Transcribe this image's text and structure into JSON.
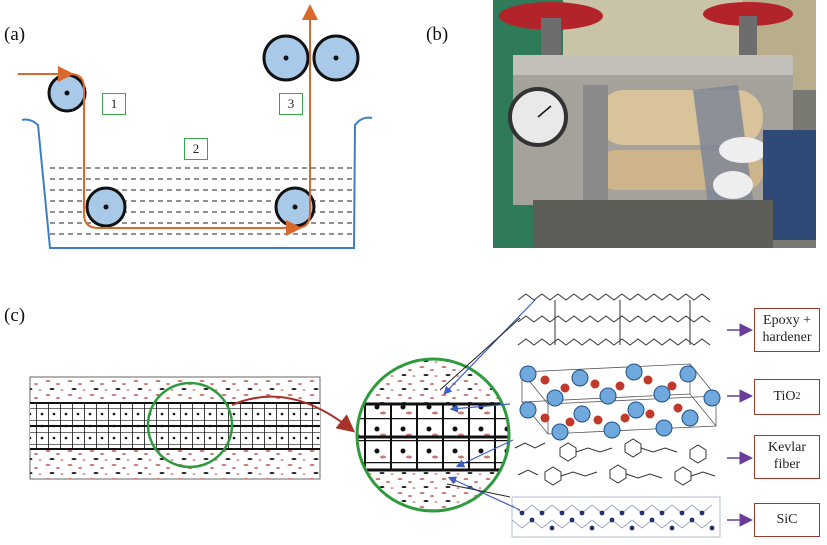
{
  "panels": {
    "a": "(a)",
    "b": "(b)",
    "c": "(c)"
  },
  "steps": [
    "1",
    "2",
    "3"
  ],
  "legend": [
    {
      "id": "epoxy",
      "line1": "Epoxy +",
      "line2": "hardener"
    },
    {
      "id": "tio2",
      "line1": "TiO",
      "sub": "2"
    },
    {
      "id": "kevlar",
      "line1": "Kevlar",
      "line2": "fiber"
    },
    {
      "id": "sic",
      "line1": "SiC"
    }
  ],
  "colors": {
    "fiber_path": "#d9692a",
    "bath_outline": "#3d7fc4",
    "roller_fill": "#a9c9e8",
    "step_border": "#3aa84a",
    "magnifier_ring": "#2f9a3e",
    "legend_border": "#9a3a2a",
    "arrow": "#6a3d9a",
    "pointer": "#a8322a"
  },
  "icons": [
    "roller-icon",
    "gauge-icon",
    "arrow-icon"
  ]
}
